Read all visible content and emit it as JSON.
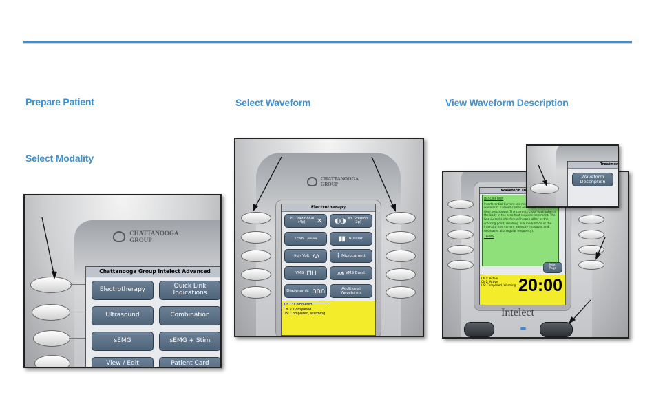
{
  "colors": {
    "heading": "#3f8fd2",
    "rule": "#3d8fd6",
    "key": "#5a6f85",
    "status_yellow": "#f2ec2a",
    "description_green": "#8fe07a"
  },
  "steps": {
    "prepare_patient": "Prepare Patient",
    "select_modality": "Select Modality",
    "select_waveform": "Select Waveform",
    "view_waveform_description": "View Waveform Description"
  },
  "panel1": {
    "logo_line1": "CHATTANOOGA",
    "logo_line2": "GROUP",
    "screen_title": "Chattanooga Group Intelect Advanced",
    "keys": [
      "Electrotherapy",
      "Quick Link\nIndications",
      "Ultrasound",
      "Combination",
      "sEMG",
      "sEMG + Stim",
      "View / Edit",
      "Patient Card"
    ]
  },
  "panel2": {
    "logo_line1": "CHATTANOOGA",
    "logo_line2": "GROUP",
    "screen_title": "Electrotherapy",
    "keys": [
      {
        "label": "IFC Traditional\n(4p)",
        "icon": "x-wave-icon"
      },
      {
        "label": "IFC Premod\n(2p)",
        "icon": "premod-wave-icon"
      },
      {
        "label": "TENS",
        "icon": "biphasic-wave-icon"
      },
      {
        "label": "Russian",
        "icon": "burst-wave-icon"
      },
      {
        "label": "High Volt",
        "icon": "twin-peak-wave-icon"
      },
      {
        "label": "Microcurrent",
        "icon": "microcurrent-wave-icon"
      },
      {
        "label": "VMS",
        "icon": "square-wave-icon"
      },
      {
        "label": "VMS Burst",
        "icon": "burst-wave-icon"
      },
      {
        "label": "Diadynamic",
        "icon": "sine-wave-icon"
      },
      {
        "label": "Additional\nWaveforms",
        "icon": ""
      }
    ],
    "status": [
      "Ch 1: Completed",
      "Ch 2: Completed",
      "US: Completed, Warming"
    ]
  },
  "panel3": {
    "screen_title": "Waveform Description",
    "description_heading": "DESCRIPTION",
    "description_text": "Interferential Current is a medium frequency waveform. Current comes out of two channels (four electrodes). The currents cross each other in the body in the area that requires treatment. The two currents interfere with each other at the crossing point, resulting in a modulation of the intensity (the current intensity increases and decreases at a regular frequency).",
    "description_footer": "TERMS",
    "next_page": "Next\nPage",
    "status": [
      "Ch 1: Active",
      "Ch 2: Active",
      "US: Completed, Warming"
    ],
    "timer": "20:00",
    "brand": "Intelect",
    "inset_title": "Treatment",
    "inset_button": "Waveform\nDescription"
  }
}
